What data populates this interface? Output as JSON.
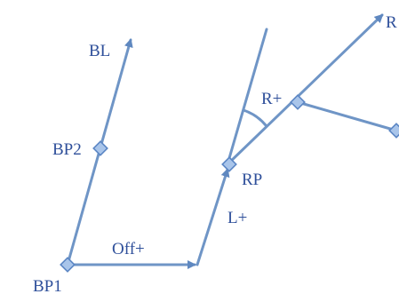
{
  "labels": {
    "bl": "BL",
    "bp2": "BP2",
    "bp1": "BP1",
    "off_plus": "Off+",
    "l_plus": "L+",
    "rp": "RP",
    "r_plus": "R+",
    "r_partial": "R"
  },
  "colors": {
    "line": "#6f95c6",
    "arrowhead": "#5f88c0",
    "marker_fill": "#a9c5ea",
    "marker_stroke": "#5b86c4",
    "text": "#2e4f9a"
  }
}
